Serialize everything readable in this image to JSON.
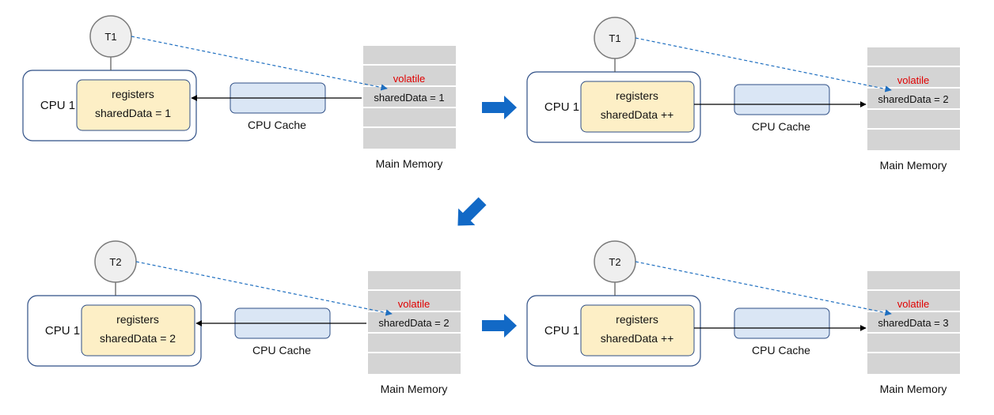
{
  "colors": {
    "cpu_border": "#2f4f86",
    "registers_fill": "#fdefc6",
    "registers_border": "#2f4f86",
    "cache_fill": "#dae6f5",
    "cache_border": "#2f4f86",
    "memory_fill": "#d4d4d4",
    "thread_fill": "#efefef",
    "thread_border": "#7a7a7a",
    "volatile_text": "#e00000",
    "dashed_line": "#1f6fc0",
    "flow_arrow": "#1269c6"
  },
  "panels": [
    {
      "thread": "T1",
      "cpu_label": "CPU 1",
      "registers_title": "registers",
      "registers_value": "sharedData = 1",
      "cache_label": "CPU Cache",
      "volatile_label": "volatile",
      "memory_value": "sharedData = 1",
      "memory_label": "Main Memory",
      "direction": "read"
    },
    {
      "thread": "T1",
      "cpu_label": "CPU 1",
      "registers_title": "registers",
      "registers_value": "sharedData ++",
      "cache_label": "CPU Cache",
      "volatile_label": "volatile",
      "memory_value": "sharedData = 2",
      "memory_label": "Main Memory",
      "direction": "write"
    },
    {
      "thread": "T2",
      "cpu_label": "CPU 1",
      "registers_title": "registers",
      "registers_value": "sharedData = 2",
      "cache_label": "CPU Cache",
      "volatile_label": "volatile",
      "memory_value": "sharedData = 2",
      "memory_label": "Main Memory",
      "direction": "read"
    },
    {
      "thread": "T2",
      "cpu_label": "CPU 1",
      "registers_title": "registers",
      "registers_value": "sharedData ++",
      "cache_label": "CPU Cache",
      "volatile_label": "volatile",
      "memory_value": "sharedData = 3",
      "memory_label": "Main Memory",
      "direction": "write"
    }
  ],
  "flow_arrows": [
    "right",
    "down-left",
    "right"
  ]
}
